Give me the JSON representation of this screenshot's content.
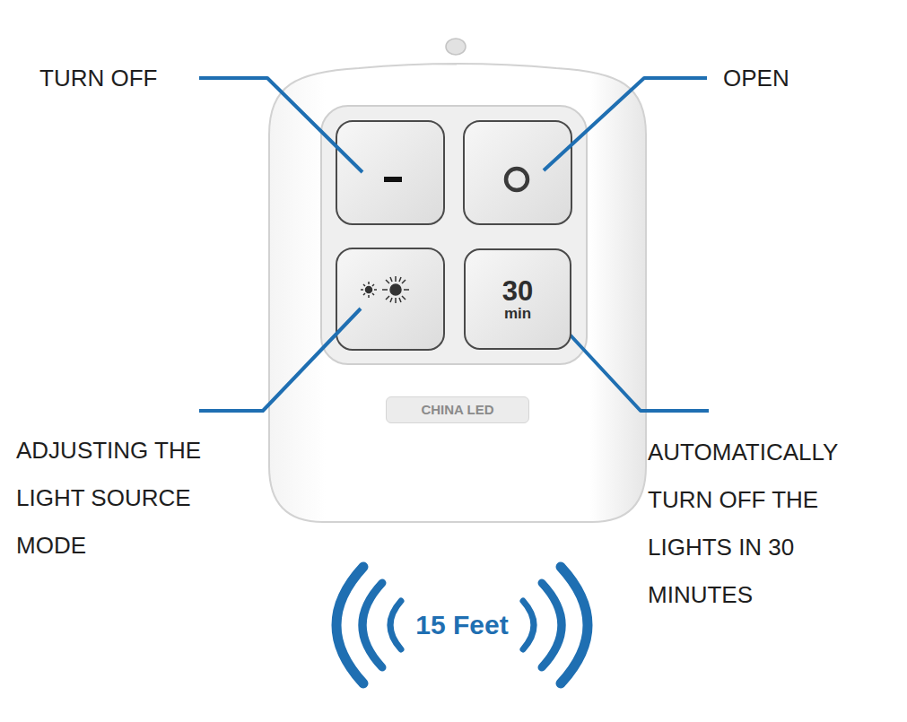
{
  "diagram": {
    "nodes": [
      {
        "text": [
          "30",
          "min"
        ]
      },
      {
        "text": [
          "CHINA LED"
        ]
      }
    ],
    "labels": [
      "TURN OFF",
      "OPEN",
      "ADJUSTING THE LIGHT SOURCE MODE",
      "AUTOMATICALLY TURN OFF THE LIGHTS IN 30 MINUTES",
      "15 Feet"
    ]
  }
}
